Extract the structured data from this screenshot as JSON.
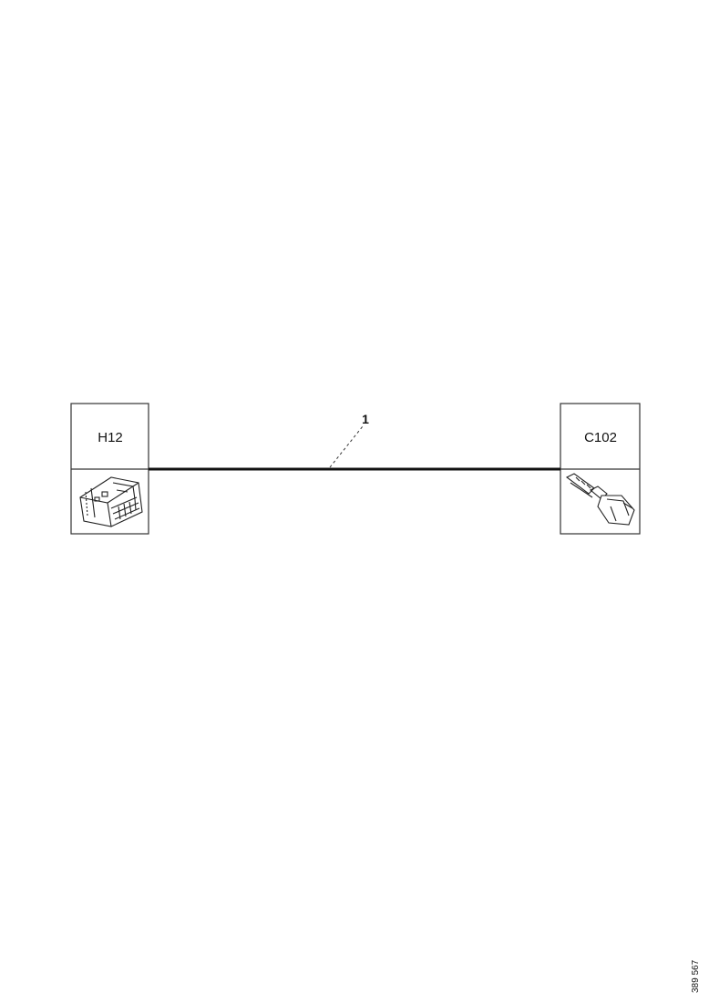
{
  "connectors": [
    {
      "id": "H12",
      "label": "H12",
      "icon": "multi-pin-connector-icon"
    },
    {
      "id": "C102",
      "label": "C102",
      "icon": "single-pin-connector-icon"
    }
  ],
  "wire": {
    "callout": "1"
  },
  "reference_number": "389 567"
}
